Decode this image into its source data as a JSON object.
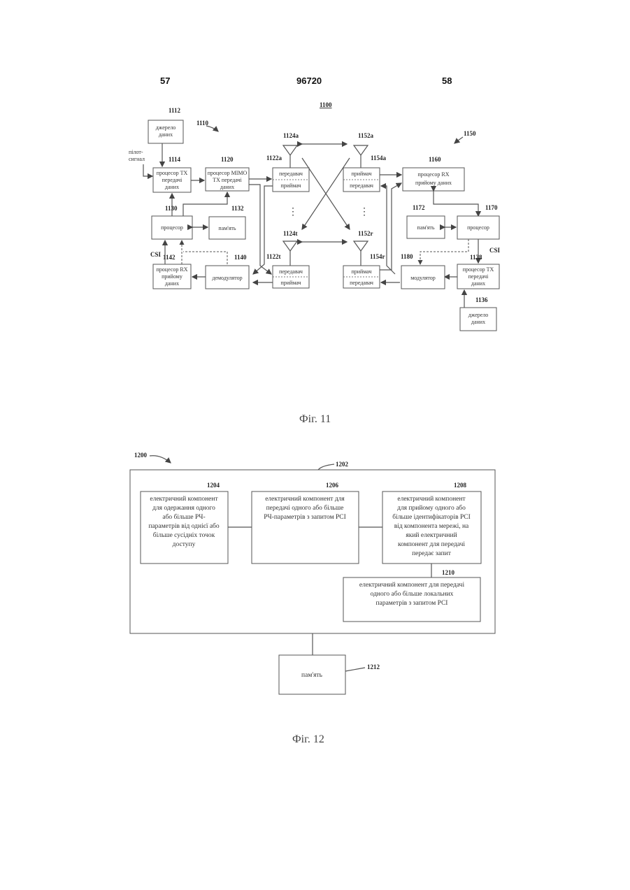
{
  "header": {
    "page_left": "57",
    "patent_number": "96720",
    "page_right": "58"
  },
  "fig11": {
    "caption": "Фіг. 11",
    "refs": {
      "system": "1100",
      "tx_system": "1110",
      "rx_system": "1150",
      "data_source_tx": "1112",
      "tx_proc": "1114",
      "mimo_proc": "1120",
      "xcvr_a": "1122a",
      "xcvr_t": "1122t",
      "ant_a": "1124a",
      "ant_t": "1124t",
      "processor_tx": "1130",
      "memory_tx": "1132",
      "demod": "1140",
      "rx_proc_tx": "1142",
      "ant_r_a": "1152a",
      "ant_r_r": "1152r",
      "xcvr_r_a": "1154a",
      "xcvr_r_r": "1154r",
      "rx_proc": "1160",
      "processor_rx": "1170",
      "memory_rx": "1172",
      "mod": "1180",
      "tx_proc_rx": "1138",
      "data_source_rx": "1136"
    },
    "labels": {
      "data_source": [
        "джерело",
        "даних"
      ],
      "pilot": [
        "пілот-",
        "сигнал"
      ],
      "tx_proc": [
        "процесор TX",
        "передачі",
        "даних"
      ],
      "mimo_proc": [
        "процесор MIMO",
        "TX передачі",
        "даних"
      ],
      "transmitter": "передавач",
      "receiver": "приймач",
      "processor": "процесор",
      "memory": "пам'ять",
      "rx_proc": [
        "процесор RX",
        "прийому",
        "даних"
      ],
      "rx_proc_inline": [
        "процесор RX",
        "прийому даних"
      ],
      "demodulator": "демодулятор",
      "modulator": "модулятор",
      "csi": "CSI",
      "dots": "⋮"
    }
  },
  "fig12": {
    "caption": "Фіг. 12",
    "refs": {
      "system": "1200",
      "group": "1202",
      "c1": "1204",
      "c2": "1206",
      "c3": "1208",
      "c4": "1210",
      "memory": "1212"
    },
    "components": {
      "c1": [
        "електричний компонент",
        "для одержання одного",
        "або більше РЧ-",
        "параметрів від однієї або",
        "більше сусідніх точок",
        "доступу"
      ],
      "c2": [
        "електричний компонент для",
        "передачі одного або більше",
        "РЧ-параметрів з запитом PCI"
      ],
      "c3": [
        "електричний компонент",
        "для прийому одного або",
        "більше ідентифікаторів PCI",
        "від компонента мережі, на",
        "який електричний",
        "компонент для передачі",
        "передає запит"
      ],
      "c4": [
        "електричний компонент для передачі",
        "одного або більше локальних",
        "параметрів з запитом PCI"
      ]
    },
    "memory_label": "пам'ять"
  }
}
